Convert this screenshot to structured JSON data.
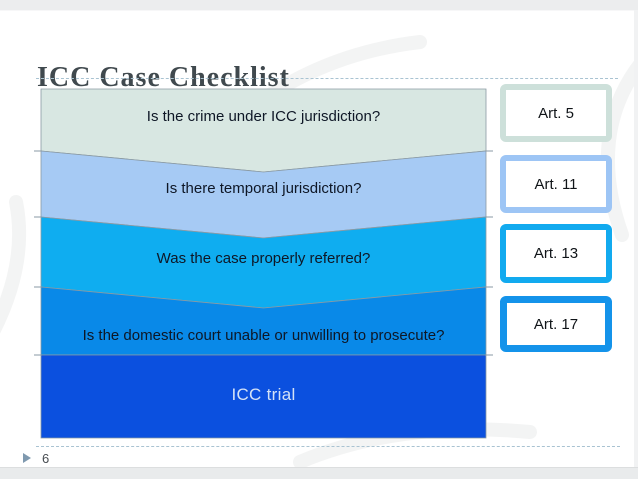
{
  "slide": {
    "title": "ICC Case Checklist",
    "page_number": "6"
  },
  "funnel": {
    "steps": [
      {
        "label": "Is the crime under ICC jurisdiction?",
        "fill": "#d8e7e2"
      },
      {
        "label": "Is there temporal jurisdiction?",
        "fill": "#a6caf4"
      },
      {
        "label": "Was the case properly referred?",
        "fill": "#0fadf0"
      },
      {
        "label": "Is the domestic court unable or unwilling to prosecute?",
        "fill": "#0989e8"
      },
      {
        "label": "ICC trial",
        "fill": "#0b50df",
        "label_color": "#d4e2f6"
      }
    ]
  },
  "articles": [
    {
      "label": "Art. 5",
      "border_color": "#cde0da"
    },
    {
      "label": "Art. 11",
      "border_color": "#9dc5f5"
    },
    {
      "label": "Art. 13",
      "border_color": "#12aaef"
    },
    {
      "label": "Art. 17",
      "border_color": "#1493ea"
    }
  ],
  "colors": {
    "title": "#40494e",
    "dashed_rule": "#a9c3d2",
    "band_outline": "#8a9aa4",
    "question_text": "#0e1726",
    "page_marker": "#7f99af"
  }
}
